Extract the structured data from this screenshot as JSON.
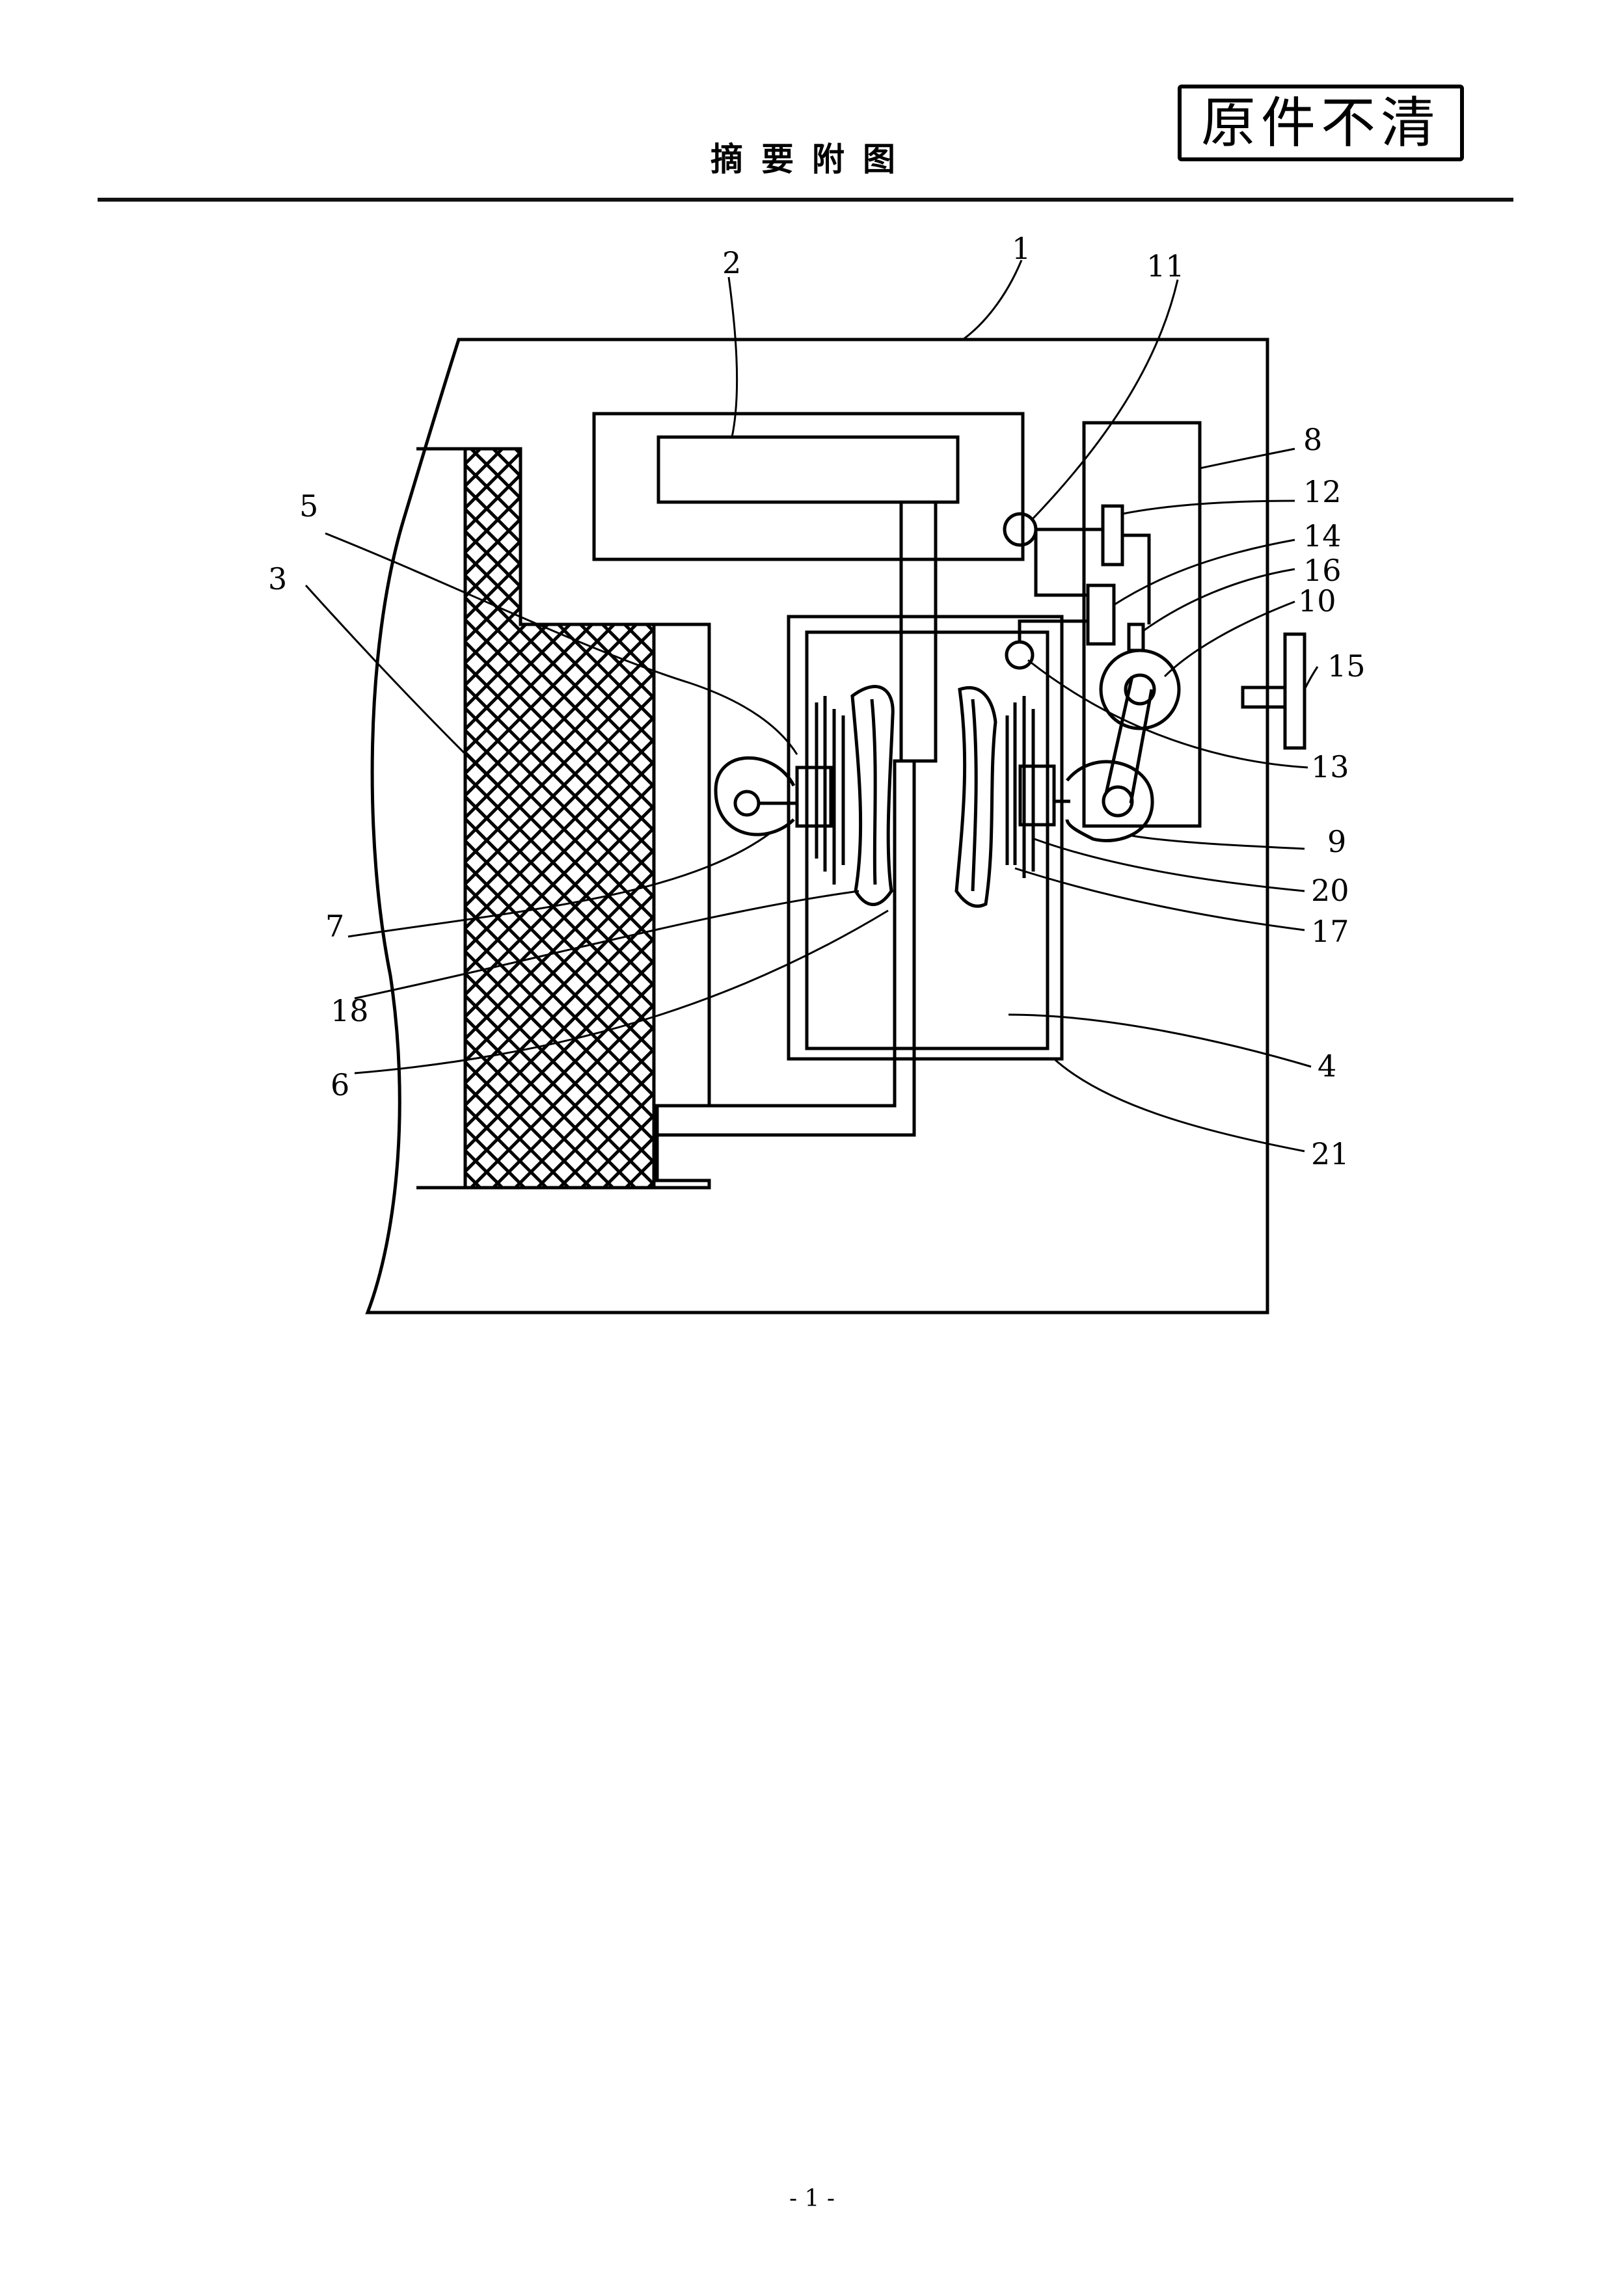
{
  "header": {
    "title": "摘要附图",
    "stamp_text": "原件不清"
  },
  "figure": {
    "callouts": [
      {
        "id": "1",
        "label": "1"
      },
      {
        "id": "2",
        "label": "2"
      },
      {
        "id": "3",
        "label": "3"
      },
      {
        "id": "4",
        "label": "4"
      },
      {
        "id": "5",
        "label": "5"
      },
      {
        "id": "6",
        "label": "6"
      },
      {
        "id": "7",
        "label": "7"
      },
      {
        "id": "8",
        "label": "8"
      },
      {
        "id": "9",
        "label": "9"
      },
      {
        "id": "10",
        "label": "10"
      },
      {
        "id": "11",
        "label": "11"
      },
      {
        "id": "12",
        "label": "12"
      },
      {
        "id": "13",
        "label": "13"
      },
      {
        "id": "14",
        "label": "14"
      },
      {
        "id": "15",
        "label": "15"
      },
      {
        "id": "16",
        "label": "16"
      },
      {
        "id": "17",
        "label": "17"
      },
      {
        "id": "18",
        "label": "18"
      },
      {
        "id": "20",
        "label": "20"
      },
      {
        "id": "21",
        "label": "21"
      }
    ]
  },
  "footer": {
    "page_number": "- 1 -"
  }
}
